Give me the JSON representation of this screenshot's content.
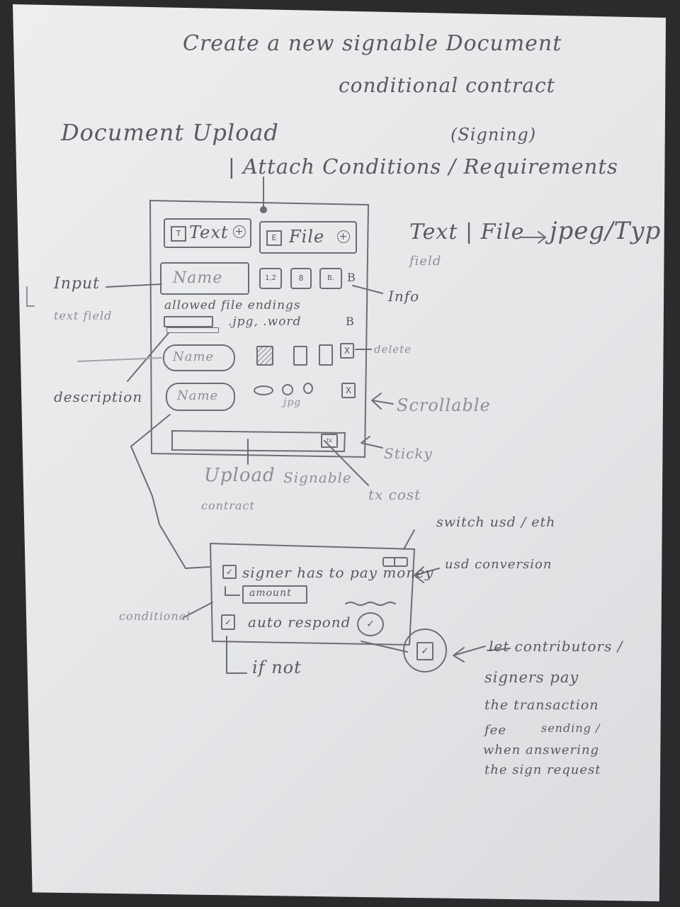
{
  "heading": {
    "line1": "Create a new signable Document",
    "line2": "conditional contract"
  },
  "steps": {
    "document_upload": "Document Upload",
    "signing": "(Signing)",
    "attach": "| Attach Conditions / Requirements"
  },
  "mockup_top": {
    "text_button": "Text",
    "text_icon": "T",
    "file_button": "File",
    "file_icon": "E",
    "add_symbol": "+",
    "name_field": "Name",
    "file_type_icons": [
      "1,2",
      "8",
      "B."
    ],
    "info_symbol": "B",
    "allowed_endings": "allowed file endings",
    "endings_list": ".jpg, .word",
    "row2_name": "Name",
    "row3_name": "Name",
    "row3_caption": "jpg",
    "delete_symbol": "X",
    "footer_icon": "tx"
  },
  "annotations": {
    "text_file": "Text | File",
    "field": "field",
    "jpeg_type": "jpeg/Typ",
    "input": "Input",
    "text_field": "text field",
    "info": "Info",
    "delete": "delete",
    "description": "description",
    "scrollable": "Scrollable",
    "sticky": "Sticky",
    "upload": "Upload",
    "signable": "Signable",
    "contract": "contract",
    "tx_cost": "tx cost",
    "switch_usd_eth": "switch usd / eth",
    "usd_conversion": "usd conversion",
    "conditional": "conditional",
    "if_not": "if not",
    "let_contributors": "let contributors /",
    "signers_pay": "signers pay",
    "the_transaction": "the transaction",
    "fee": "fee",
    "sending": "sending /",
    "when_answering": "when answering",
    "the_sign_request": "the sign request"
  },
  "mockup_bottom": {
    "signer_pays": "signer has to pay money",
    "amount_field": "amount",
    "auto_respond": "auto respond",
    "check_symbol": "✓"
  }
}
